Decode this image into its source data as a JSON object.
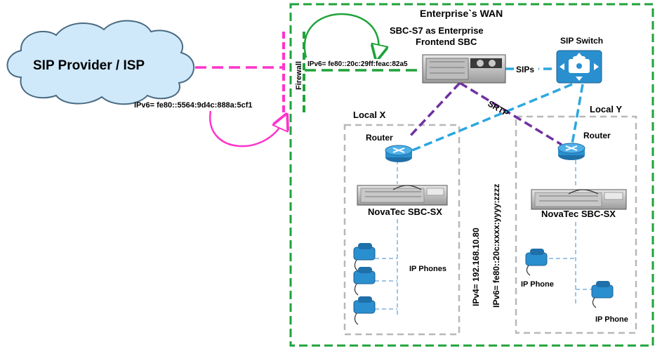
{
  "cloud": {
    "label": "SIP Provider  / ISP",
    "ipv6": "IPv6= fe80::5564:9d4c:888a:5cf1"
  },
  "wan": {
    "title": "Enterprise`s WAN"
  },
  "firewall": {
    "label": "Firewall"
  },
  "sbc_s7": {
    "title_line1": "SBC-S7 as Enterprise",
    "title_line2": "Frontend  SBC",
    "ipv6": "IPv6= fe80::20c:29ff:feac:82a5"
  },
  "sip_switch": {
    "label": "SIP Switch"
  },
  "links": {
    "sips": "SIPs",
    "srtp": "SRTP"
  },
  "local_x": {
    "label": "Local X",
    "router": "Router",
    "sbc": "NovaTec SBC-SX",
    "phones": "IP Phones",
    "ipv4": "IPv4= 192.168.10.80",
    "ipv6": "IPv6= fe80::20c:xxxx:yyyy:zzzz"
  },
  "local_y": {
    "label": "Local Y",
    "router": "Router",
    "sbc": "NovaTec SBC-SX",
    "phone1": "IP Phone",
    "phone2": "IP Phone"
  },
  "colors": {
    "wan_border": "#1fa33a",
    "magenta": "#ff33cc",
    "purple": "#7030a0",
    "blue": "#2aa7e0",
    "cloud": "#cfe9fb",
    "router": "#2a8fcf"
  }
}
